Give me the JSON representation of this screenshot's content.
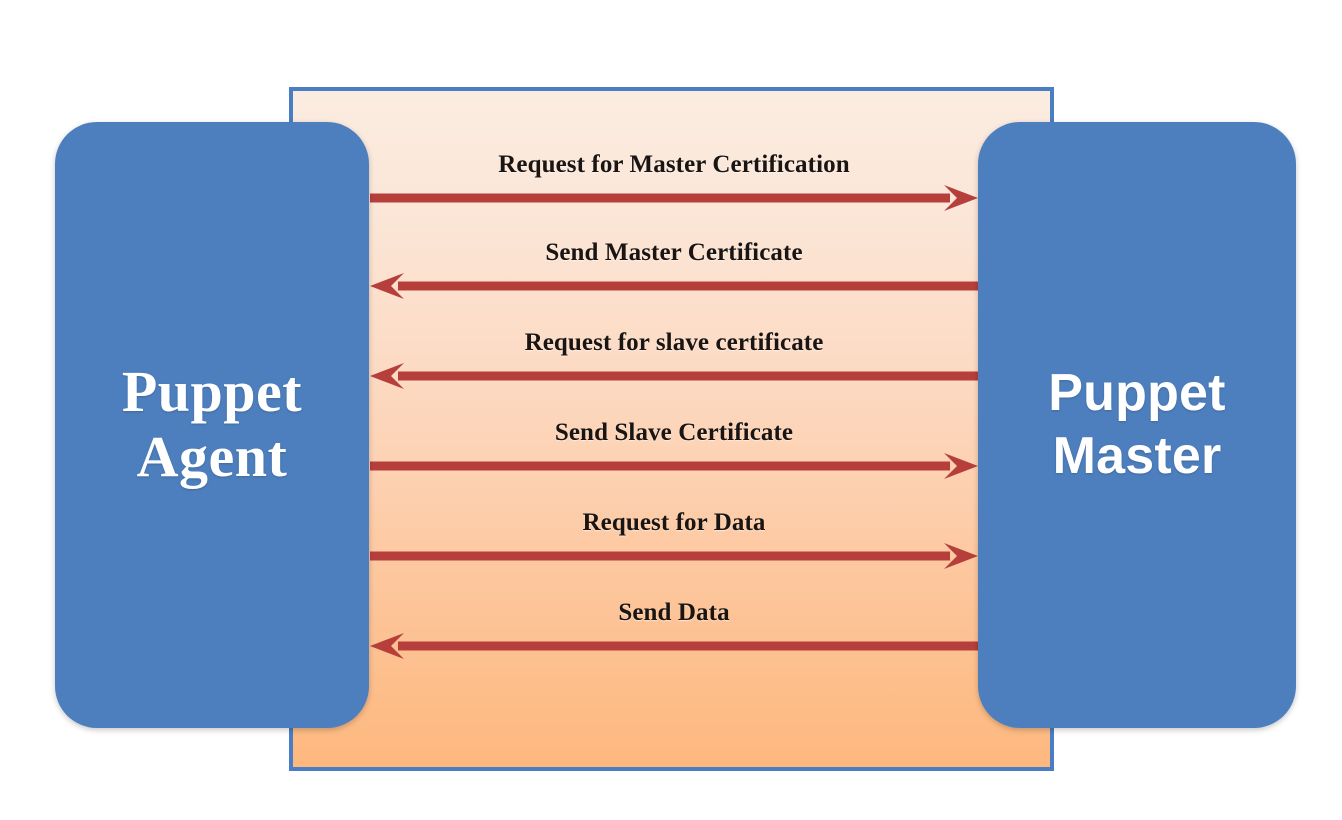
{
  "diagram": {
    "title": "Puppet Agent and Puppet Master certificate exchange",
    "type": "sequence-diagram",
    "colors": {
      "party_fill": "#4d7fbe",
      "party_text": "#ffffff",
      "panel_border": "#4a7ec4",
      "panel_gradient_top": "#fbece1",
      "panel_gradient_bottom": "#fdb87e",
      "arrow": "#b63f3c",
      "label_text": "#1a1512",
      "background": "#ffffff"
    },
    "participants": {
      "left": {
        "name": "puppet-agent",
        "label": "Puppet\nAgent"
      },
      "right": {
        "name": "puppet-master",
        "label": "Puppet\nMaster"
      }
    },
    "messages": [
      {
        "label": "Request for Master Certification",
        "direction": "right",
        "from": "Puppet Agent",
        "to": "Puppet Master"
      },
      {
        "label": "Send Master Certificate",
        "direction": "left",
        "from": "Puppet Master",
        "to": "Puppet Agent"
      },
      {
        "label": "Request for slave certificate",
        "direction": "left",
        "from": "Puppet Master",
        "to": "Puppet Agent"
      },
      {
        "label": "Send Slave Certificate",
        "direction": "right",
        "from": "Puppet Agent",
        "to": "Puppet Master"
      },
      {
        "label": "Request for Data",
        "direction": "right",
        "from": "Puppet Agent",
        "to": "Puppet Master"
      },
      {
        "label": "Send Data",
        "direction": "left",
        "from": "Puppet Master",
        "to": "Puppet Agent"
      }
    ]
  }
}
